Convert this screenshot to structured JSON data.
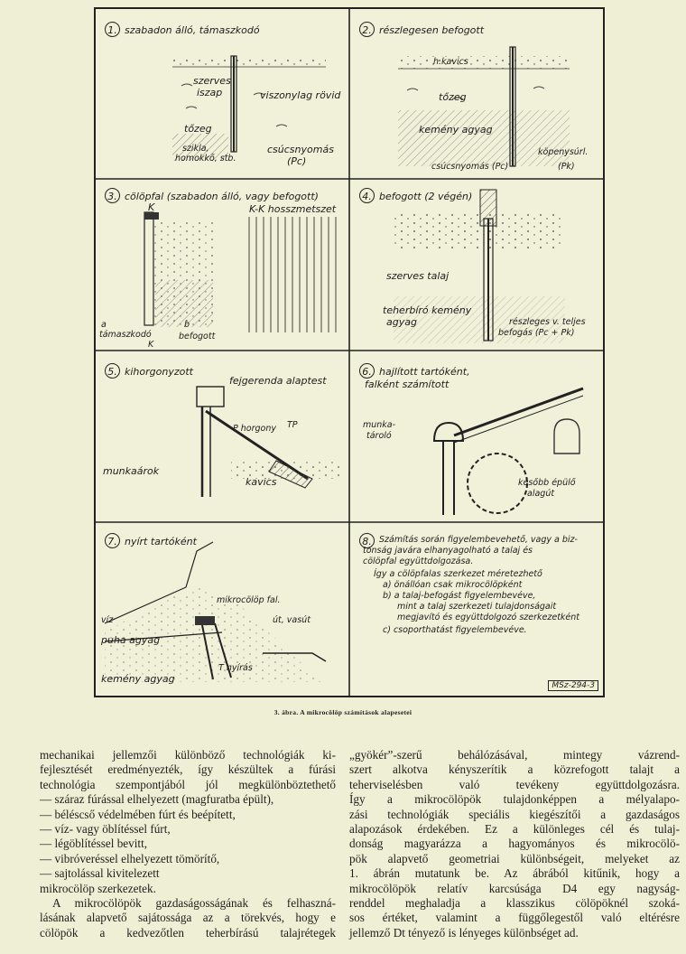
{
  "figure": {
    "panels": [
      {
        "num": "1.",
        "title": "szabadon álló, támaszkodó",
        "labels": [
          "szerves",
          "iszap",
          "viszonylag rövid",
          "tőzeg",
          "szikla,",
          "homokkő, stb.",
          "csúcsnyomás",
          "(Pc)"
        ]
      },
      {
        "num": "2.",
        "title": "részlegesen befogott",
        "labels": [
          "h.kavics",
          "tőzeg",
          "kemény agyag",
          "köpenysúrl.",
          "csúcsnyomás (Pc)",
          "(Pk)"
        ]
      },
      {
        "num": "3.",
        "title": "cölöpfal (szabadon álló, vagy befogott)",
        "labels": [
          "K",
          "K-K hosszmetszet",
          "a",
          "támaszkodó",
          "b",
          "befogott",
          "K"
        ]
      },
      {
        "num": "4.",
        "title": "befogott (2 végén)",
        "labels": [
          "szerves talaj",
          "teherbíró kemény",
          "agyag",
          "részleges v. teljes",
          "befogás (Pc + Pk)"
        ]
      },
      {
        "num": "5.",
        "title": "kihorgonyzott",
        "labels": [
          "fejgerenda alaptest",
          "P horgony",
          "TP",
          "munkaárok",
          "kavics"
        ]
      },
      {
        "num": "6.",
        "title": "hajlított tartóként,",
        "labels": [
          "falként számított",
          "munka-",
          "tároló",
          "később épülő",
          "alagút"
        ]
      },
      {
        "num": "7.",
        "title": "nyírt tartóként",
        "labels": [
          "mikrocölöp fal.",
          "út, vasút",
          "víz",
          "puha agyag",
          "kemény agyag",
          "T nyírás"
        ]
      },
      {
        "num": "8.",
        "title": "",
        "lines": [
          "Számítás során figyelembevehető, vagy a biz-",
          "tonság javára elhanyagolható a talaj és",
          "cölöpfal együttdolgozása.",
          "Így a cölöpfalas szerkezet méretezhető",
          "a) önállóan csak mikrocölöpként",
          "b) a talaj-befogást figyelembevéve,",
          "mint a talaj szerkezeti tulajdonságait",
          "megjavító és együttdolgozó szerkezetként",
          "c) csoporthatást figyelembevéve."
        ]
      }
    ],
    "code": "MSz-294-3",
    "caption": "3. ábra. A mikrocölöp számítások alapesetei"
  },
  "text": {
    "left": [
      "mechanikai jellemzői különböző technológiák ki-",
      "fejlesztését eredményezték, így készültek a fúrási",
      "technológia szempontjából jól megkülönböztethető",
      "— száraz fúrással elhelyezett (magfuratba épült),",
      "— béléscső védelmében fúrt és beépített,",
      "— víz- vagy öblítéssel fúrt,",
      "— légöblítéssel bevitt,",
      "— vibróveréssel elhelyezett tömörítő,",
      "— sajtolással kivitelezett",
      "mikrocölöp szerkezetek.",
      "A mikrocölöpök gazdaságosságának és felhaszná-",
      "lásának alapvető sajátossága az a törekvés, hogy e",
      "cölöpök a kedvezőtlen teherbírású talajrétegek"
    ],
    "right": [
      "„gyökér”-szerű behálózásával, mintegy vázrend-",
      "szert alkotva kényszerítik a közrefogott talajt a",
      "teherviselésben való tevékeny együttdolgozásra.",
      "Így a mikrocölöpök tulajdonképpen a mélyalapo-",
      "zási technológiák speciális kiegészítői a gazdaságos",
      "alapozások érdekében. Ez a különleges cél és tulaj-",
      "donság magyarázza a hagyományos és mikrocölö-",
      "pök alapvető geometriai különbségeit, melyeket az",
      "1. ábrán mutatunk be. Az ábrából kitűnik, hogy a",
      "mikrocölöpök relatív karcsúsága D4 egy nagyság-",
      "renddel meghaladja a klasszikus cölöpöknél szoká-",
      "sos értéket, valamint a függőlegestől való eltérésre",
      "jellemző Dt tényező is lényeges különbséget ad."
    ]
  }
}
